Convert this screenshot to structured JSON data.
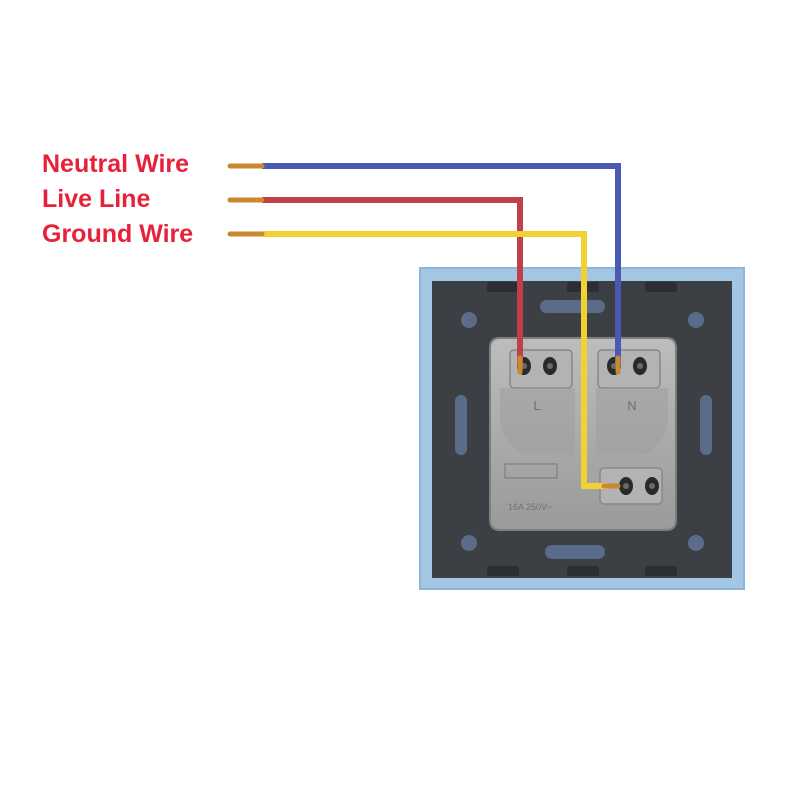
{
  "legend": {
    "neutral": "Neutral Wire",
    "live": "Live Line",
    "ground": "Ground Wire"
  },
  "terminals": {
    "live": "L",
    "neutral": "N"
  },
  "rating": "16A 250V~",
  "colors": {
    "label_text": "#e8213a",
    "neutral_wire": "#4a5ab4",
    "live_wire": "#c0404a",
    "ground_wire": "#f2d233",
    "copper": "#c9892f",
    "frame_blue": "#a3c6e4",
    "plate_dark": "#3c3f44",
    "mount_hole": "#5b6c8a",
    "module_gray": "#a7a7a7"
  }
}
